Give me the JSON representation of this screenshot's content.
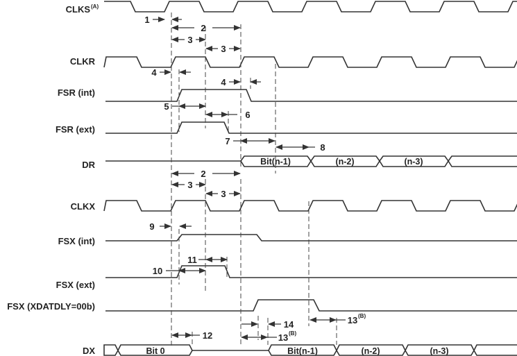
{
  "signals": {
    "clks": "CLKS",
    "clks_note": "(A)",
    "clkr": "CLKR",
    "fsr_int": "FSR (int)",
    "fsr_ext": "FSR (ext)",
    "dr": "DR",
    "clkx": "CLKX",
    "fsx_int": "FSX (int)",
    "fsx_ext": "FSX (ext)",
    "fsx_xdatdly": "FSX (XDATDLY=00b)",
    "dx": "DX"
  },
  "dr_bus": [
    "Bit(n-1)",
    "(n-2)",
    "(n-3)"
  ],
  "dx_bus": [
    "Bit 0",
    "Bit(n-1)",
    "(n-2)",
    "(n-3)"
  ],
  "params": {
    "p1": "1",
    "p2": "2",
    "p3": "3",
    "p4": "4",
    "p5": "5",
    "p6": "6",
    "p7": "7",
    "p8": "8",
    "p9": "9",
    "p10": "10",
    "p11": "11",
    "p12": "12",
    "p13": "13",
    "p13_note": "(B)",
    "p14": "14"
  }
}
